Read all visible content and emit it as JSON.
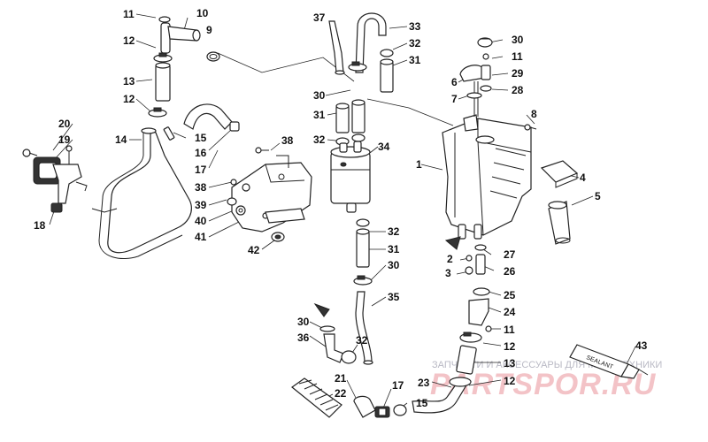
{
  "diagram": {
    "callouts": [
      {
        "id": "c1",
        "label": "1"
      },
      {
        "id": "c2",
        "label": "2"
      },
      {
        "id": "c3",
        "label": "3"
      },
      {
        "id": "c4",
        "label": "4"
      },
      {
        "id": "c5",
        "label": "5"
      },
      {
        "id": "c6",
        "label": "6"
      },
      {
        "id": "c7",
        "label": "7"
      },
      {
        "id": "c8",
        "label": "8"
      },
      {
        "id": "c9",
        "label": "9"
      },
      {
        "id": "c10",
        "label": "10"
      },
      {
        "id": "c11a",
        "label": "11"
      },
      {
        "id": "c11b",
        "label": "11"
      },
      {
        "id": "c11c",
        "label": "11"
      },
      {
        "id": "c12a",
        "label": "12"
      },
      {
        "id": "c12b",
        "label": "12"
      },
      {
        "id": "c12c",
        "label": "12"
      },
      {
        "id": "c12d",
        "label": "12"
      },
      {
        "id": "c13a",
        "label": "13"
      },
      {
        "id": "c13b",
        "label": "13"
      },
      {
        "id": "c14",
        "label": "14"
      },
      {
        "id": "c15a",
        "label": "15"
      },
      {
        "id": "c15b",
        "label": "15"
      },
      {
        "id": "c16",
        "label": "16"
      },
      {
        "id": "c17a",
        "label": "17"
      },
      {
        "id": "c17b",
        "label": "17"
      },
      {
        "id": "c18",
        "label": "18"
      },
      {
        "id": "c19",
        "label": "19"
      },
      {
        "id": "c20",
        "label": "20"
      },
      {
        "id": "c21",
        "label": "21"
      },
      {
        "id": "c22",
        "label": "22"
      },
      {
        "id": "c23",
        "label": "23"
      },
      {
        "id": "c24",
        "label": "24"
      },
      {
        "id": "c25",
        "label": "25"
      },
      {
        "id": "c26",
        "label": "26"
      },
      {
        "id": "c27",
        "label": "27"
      },
      {
        "id": "c28",
        "label": "28"
      },
      {
        "id": "c29",
        "label": "29"
      },
      {
        "id": "c30a",
        "label": "30"
      },
      {
        "id": "c30b",
        "label": "30"
      },
      {
        "id": "c30c",
        "label": "30"
      },
      {
        "id": "c30d",
        "label": "30"
      },
      {
        "id": "c31a",
        "label": "31"
      },
      {
        "id": "c31b",
        "label": "31"
      },
      {
        "id": "c31c",
        "label": "31"
      },
      {
        "id": "c32a",
        "label": "32"
      },
      {
        "id": "c32b",
        "label": "32"
      },
      {
        "id": "c32c",
        "label": "32"
      },
      {
        "id": "c32d",
        "label": "32"
      },
      {
        "id": "c33",
        "label": "33"
      },
      {
        "id": "c34",
        "label": "34"
      },
      {
        "id": "c35",
        "label": "35"
      },
      {
        "id": "c36",
        "label": "36"
      },
      {
        "id": "c37",
        "label": "37"
      },
      {
        "id": "c38a",
        "label": "38"
      },
      {
        "id": "c38b",
        "label": "38"
      },
      {
        "id": "c39",
        "label": "39"
      },
      {
        "id": "c40",
        "label": "40"
      },
      {
        "id": "c41",
        "label": "41"
      },
      {
        "id": "c42",
        "label": "42"
      },
      {
        "id": "c43",
        "label": "43"
      }
    ],
    "sealant_tube_text": "SEALANT"
  },
  "watermark": {
    "caption": "ЗАПЧАСТИ И АКСЕССУАРЫ ДЛЯ МОТОТЕХНИКИ",
    "logo": "PARTSPOR.RU"
  }
}
